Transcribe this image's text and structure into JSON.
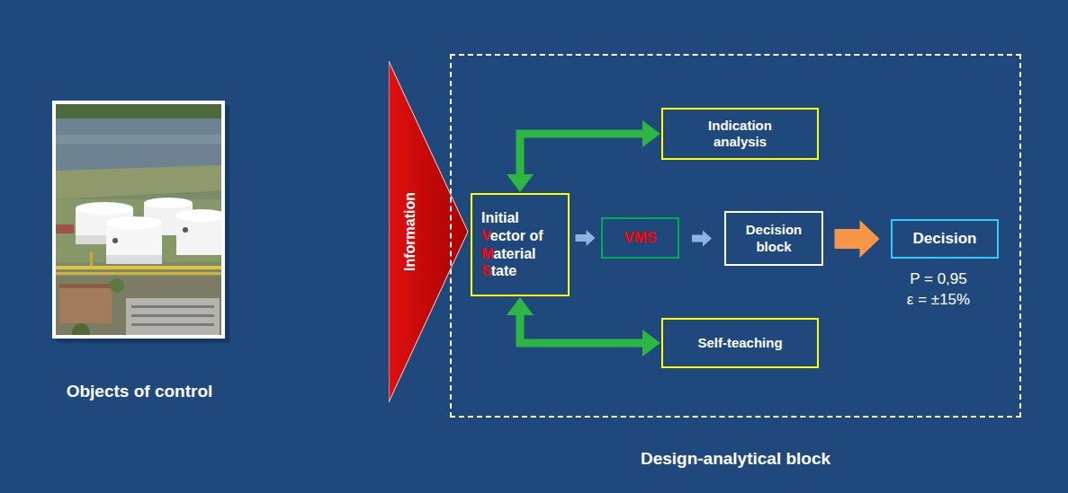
{
  "diagram": {
    "nodes": [
      {
        "text": [
          "Objects of control"
        ]
      },
      {
        "text": [
          "Information"
        ]
      },
      {
        "text": [
          "Design-analytical block"
        ]
      },
      {
        "text": [
          "Indication analysis"
        ],
        "in": 2
      },
      {
        "text": [
          "Initial Vector of Material State"
        ],
        "in": 2
      },
      {
        "text": [
          "VMS"
        ],
        "in": 2
      },
      {
        "text": [
          "Decision block"
        ],
        "in": 2
      },
      {
        "text": [
          "Decision"
        ],
        "in": 2
      },
      {
        "text": [
          "Self-teaching"
        ],
        "in": 2
      }
    ],
    "edges": [
      {
        "from": 4,
        "to": 3,
        "arrow": "both"
      },
      {
        "from": 4,
        "to": 8,
        "arrow": "both"
      },
      {
        "from": 4,
        "to": 5,
        "arrow": "to"
      },
      {
        "from": 5,
        "to": 6,
        "arrow": "to"
      },
      {
        "from": 6,
        "to": 7,
        "arrow": "to"
      }
    ],
    "labels": [
      "P = 0,95",
      "ε = ±15%"
    ]
  }
}
